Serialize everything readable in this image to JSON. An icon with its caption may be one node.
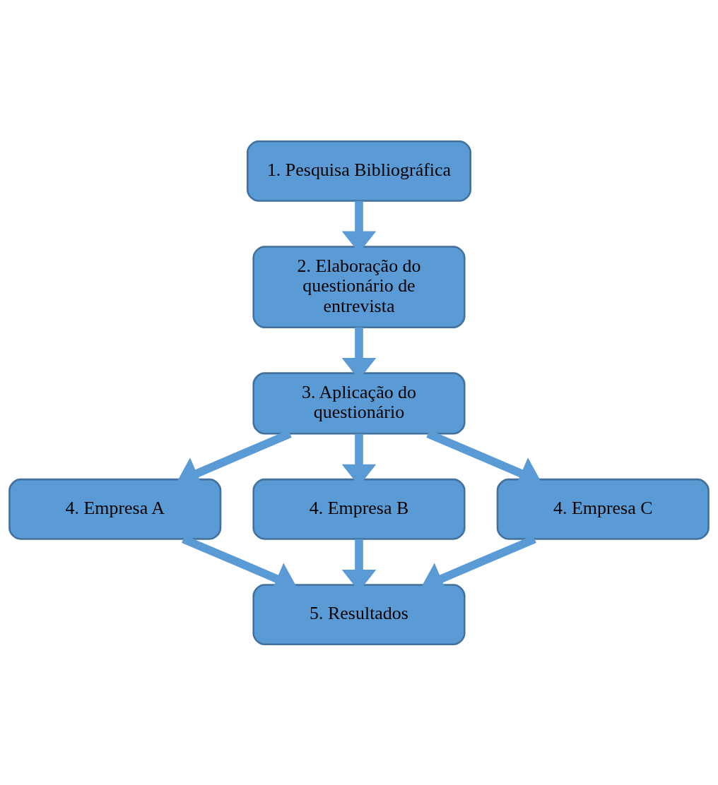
{
  "diagram": {
    "nodes": [
      {
        "text": [
          "1. Pesquisa Bibliográfica"
        ]
      },
      {
        "text": [
          "2. Elaboração do questionário de entrevista"
        ]
      },
      {
        "text": [
          "3. Aplicação do questionário"
        ]
      },
      {
        "text": [
          "4. Empresa A"
        ]
      },
      {
        "text": [
          "4. Empresa B"
        ]
      },
      {
        "text": [
          "4. Empresa C"
        ]
      },
      {
        "text": [
          "5. Resultados"
        ]
      }
    ],
    "edges": [
      {
        "from": 0,
        "to": 1,
        "arrow": "to"
      },
      {
        "from": 1,
        "to": 2,
        "arrow": "to"
      },
      {
        "from": 2,
        "to": 3,
        "arrow": "to"
      },
      {
        "from": 2,
        "to": 4,
        "arrow": "to"
      },
      {
        "from": 2,
        "to": 5,
        "arrow": "to"
      },
      {
        "from": 3,
        "to": 6,
        "arrow": "to"
      },
      {
        "from": 4,
        "to": 6,
        "arrow": "to"
      },
      {
        "from": 5,
        "to": 6,
        "arrow": "to"
      }
    ]
  }
}
